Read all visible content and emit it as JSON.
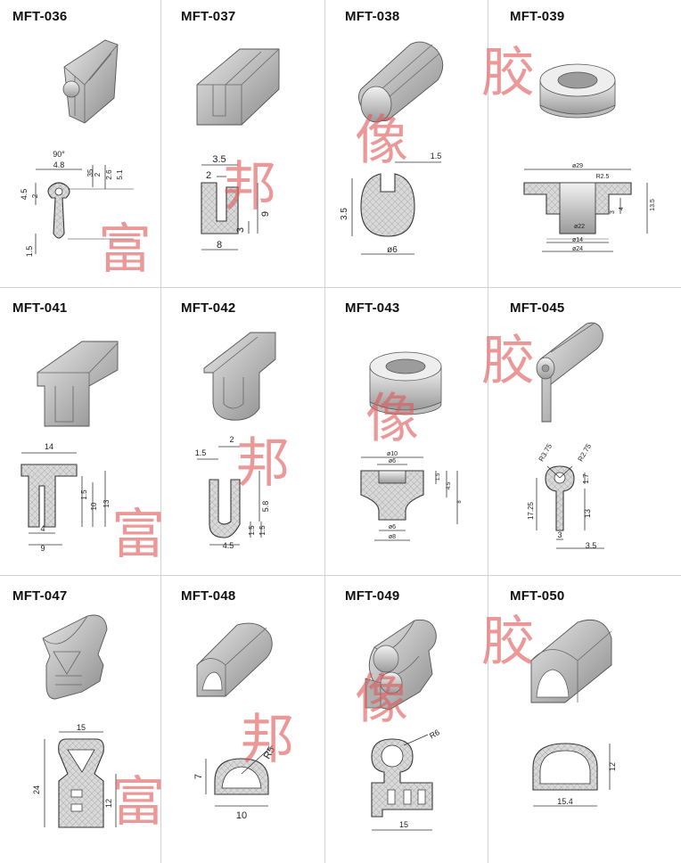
{
  "products": [
    {
      "code": "MFT-036",
      "dims": [
        "90°",
        "4.8",
        "35",
        "2",
        "2.6",
        "5.1",
        "4.5",
        "2",
        "1.5"
      ]
    },
    {
      "code": "MFT-037",
      "dims": [
        "3.5",
        "2",
        "9",
        "3",
        "8"
      ]
    },
    {
      "code": "MFT-038",
      "dims": [
        "1.5",
        "3.5",
        "ø6"
      ]
    },
    {
      "code": "MFT-039",
      "dims": [
        "ø29",
        "R2.5",
        "ø14",
        "ø22",
        "ø24",
        "4",
        "3",
        "13.5"
      ]
    },
    {
      "code": "MFT-041",
      "dims": [
        "14",
        "1.5",
        "10",
        "13",
        "4",
        "9"
      ]
    },
    {
      "code": "MFT-042",
      "dims": [
        "1.5",
        "2",
        "5.8",
        "1.5",
        "1.5",
        "4.5"
      ]
    },
    {
      "code": "MFT-043",
      "dims": [
        "ø10",
        "ø6",
        "1.5",
        "4.5",
        "8",
        "ø6",
        "ø8"
      ]
    },
    {
      "code": "MFT-045",
      "dims": [
        "R3.75",
        "R2.75",
        "1.7",
        "17.25",
        "13",
        "3",
        "3.5"
      ]
    },
    {
      "code": "MFT-047",
      "dims": [
        "15",
        "24",
        "12"
      ]
    },
    {
      "code": "MFT-048",
      "dims": [
        "R5",
        "7",
        "10"
      ]
    },
    {
      "code": "MFT-049",
      "dims": [
        "R6",
        "15"
      ]
    },
    {
      "code": "MFT-050",
      "dims": [
        "12",
        "15.4"
      ]
    }
  ],
  "watermark": {
    "chars": [
      "富",
      "邦",
      "像",
      "胶"
    ],
    "color": "#e05a5a"
  },
  "colors": {
    "profile_fill": "#d9d9d9",
    "render_light": "#e6e6e6",
    "render_dark": "#8c8c8c",
    "grid": "#d2d2d2"
  }
}
